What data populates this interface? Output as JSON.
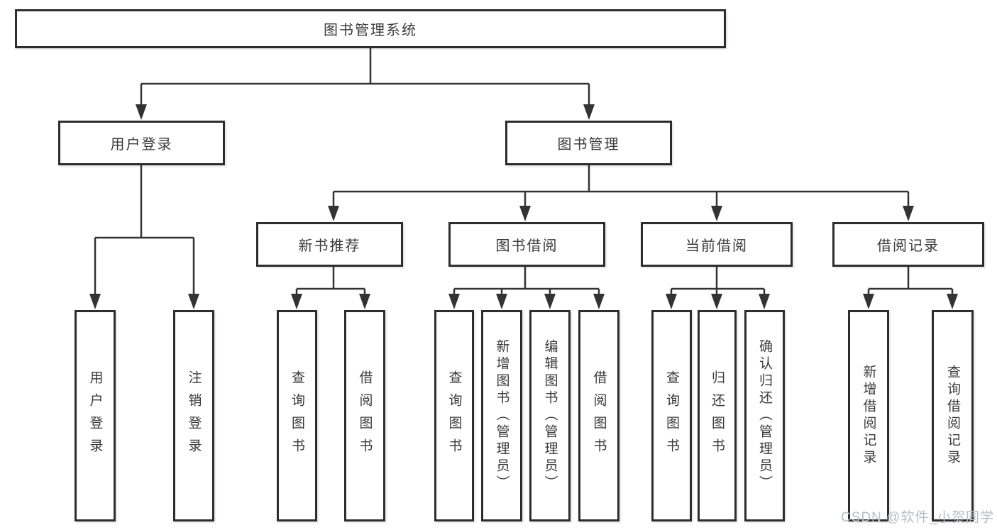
{
  "tree": {
    "label": "图书管理系统",
    "children": [
      {
        "label": "用户登录",
        "children": [
          {
            "label": "用户登录"
          },
          {
            "label": "注销登录"
          }
        ]
      },
      {
        "label": "图书管理",
        "children": [
          {
            "label": "新书推荐",
            "children": [
              {
                "label": "查询图书"
              },
              {
                "label": "借阅图书"
              }
            ]
          },
          {
            "label": "图书借阅",
            "children": [
              {
                "label": "查询图书"
              },
              {
                "label": "新增图书（管理员）"
              },
              {
                "label": "编辑图书（管理员）"
              },
              {
                "label": "借阅图书"
              }
            ]
          },
          {
            "label": "当前借阅",
            "children": [
              {
                "label": "查询图书"
              },
              {
                "label": "归还图书"
              },
              {
                "label": "确认归还（管理员）"
              }
            ]
          },
          {
            "label": "借阅记录",
            "children": [
              {
                "label": "新增借阅记录"
              },
              {
                "label": "查询借阅记录"
              }
            ]
          }
        ]
      }
    ]
  },
  "watermark": {
    "text": "CSDN @软件_小贺同学"
  },
  "colors": {
    "line": "#333333",
    "box_border": "#2d2d2d",
    "text": "#3a3a3a",
    "background": "#ffffff",
    "watermark": "#b9bdc9"
  }
}
